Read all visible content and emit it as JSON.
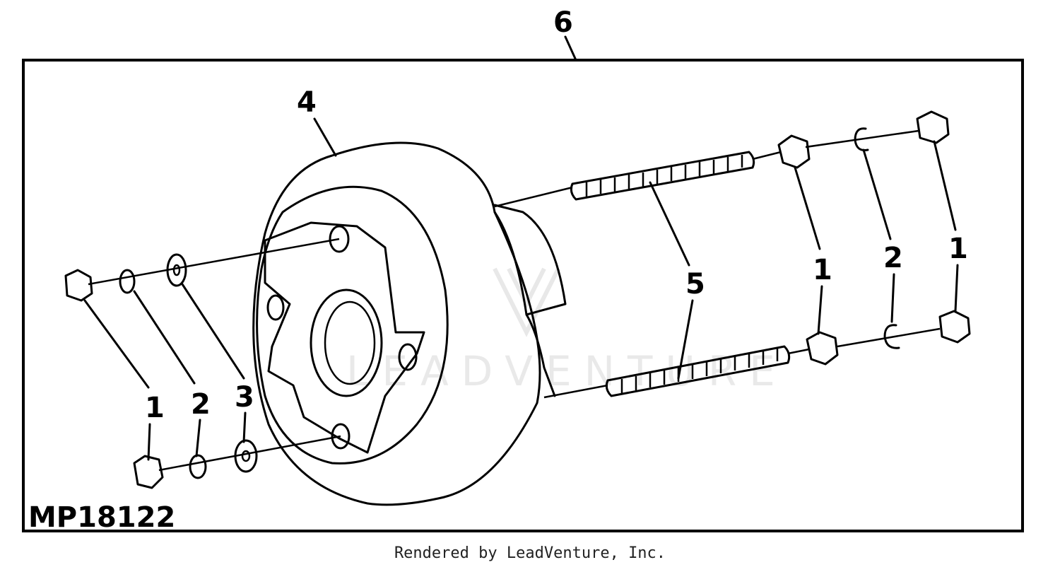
{
  "diagram": {
    "assembly_label": "6",
    "drawing_code": "MP18122",
    "callouts": {
      "pulley": "4",
      "studs": "5",
      "left_top_nut": "1",
      "left_top_lockwasher": "2",
      "left_top_washer": "3",
      "right_upper_nut_a": "1",
      "right_upper_lockwasher": "2",
      "right_upper_nut_b": "1"
    },
    "watermark": "LEADVENTURE"
  },
  "footer": {
    "text": "Rendered by LeadVenture, Inc."
  }
}
